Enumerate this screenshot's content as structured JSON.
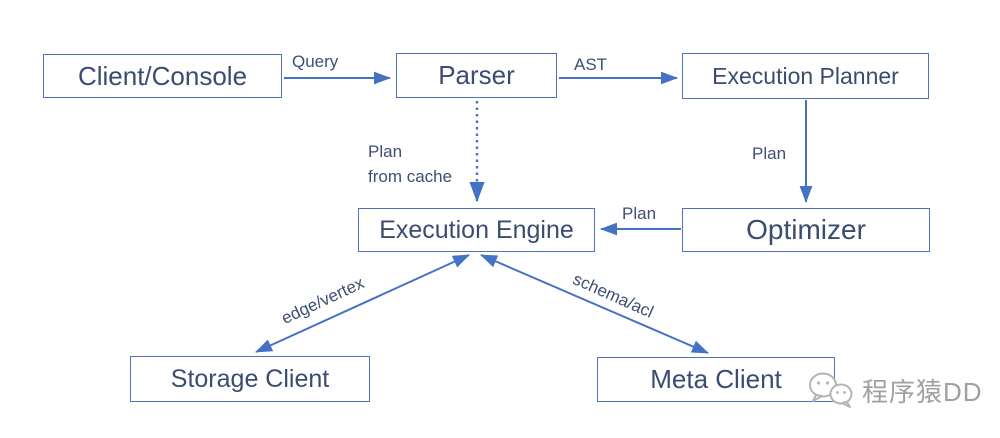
{
  "colors": {
    "box_border": "#4e73bc",
    "box_text": "#3a4c70",
    "arrow": "#4472c4",
    "label": "#3e4f73",
    "watermark": "#a0a0a0",
    "bg": "#ffffff"
  },
  "nodes": {
    "client_console": {
      "label": "Client/Console"
    },
    "parser": {
      "label": "Parser"
    },
    "execution_planner": {
      "label": "Execution Planner"
    },
    "execution_engine": {
      "label": "Execution Engine"
    },
    "optimizer": {
      "label": "Optimizer"
    },
    "storage_client": {
      "label": "Storage Client"
    },
    "meta_client": {
      "label": "Meta Client"
    }
  },
  "edges": {
    "query": {
      "from": "Client/Console",
      "to": "Parser",
      "label": "Query",
      "style": "solid-arrow"
    },
    "ast": {
      "from": "Parser",
      "to": "Execution Planner",
      "label": "AST",
      "style": "solid-arrow"
    },
    "plan_to_optimizer": {
      "from": "Execution Planner",
      "to": "Optimizer",
      "label": "Plan",
      "style": "solid-arrow"
    },
    "plan_to_engine": {
      "from": "Optimizer",
      "to": "Execution Engine",
      "label": "Plan",
      "style": "solid-arrow"
    },
    "plan_from_cache": {
      "from": "Parser",
      "to": "Execution Engine",
      "label_line1": "Plan",
      "label_line2": "from cache",
      "style": "dotted-arrow"
    },
    "edge_vertex": {
      "from": "Execution Engine",
      "to": "Storage Client",
      "label": "edge/vertex",
      "style": "double-arrow"
    },
    "schema_acl": {
      "from": "Execution Engine",
      "to": "Meta Client",
      "label": "schema/acl",
      "style": "double-arrow"
    }
  },
  "watermark": {
    "icon": "wechat-logo-icon",
    "text": "程序猿DD"
  }
}
